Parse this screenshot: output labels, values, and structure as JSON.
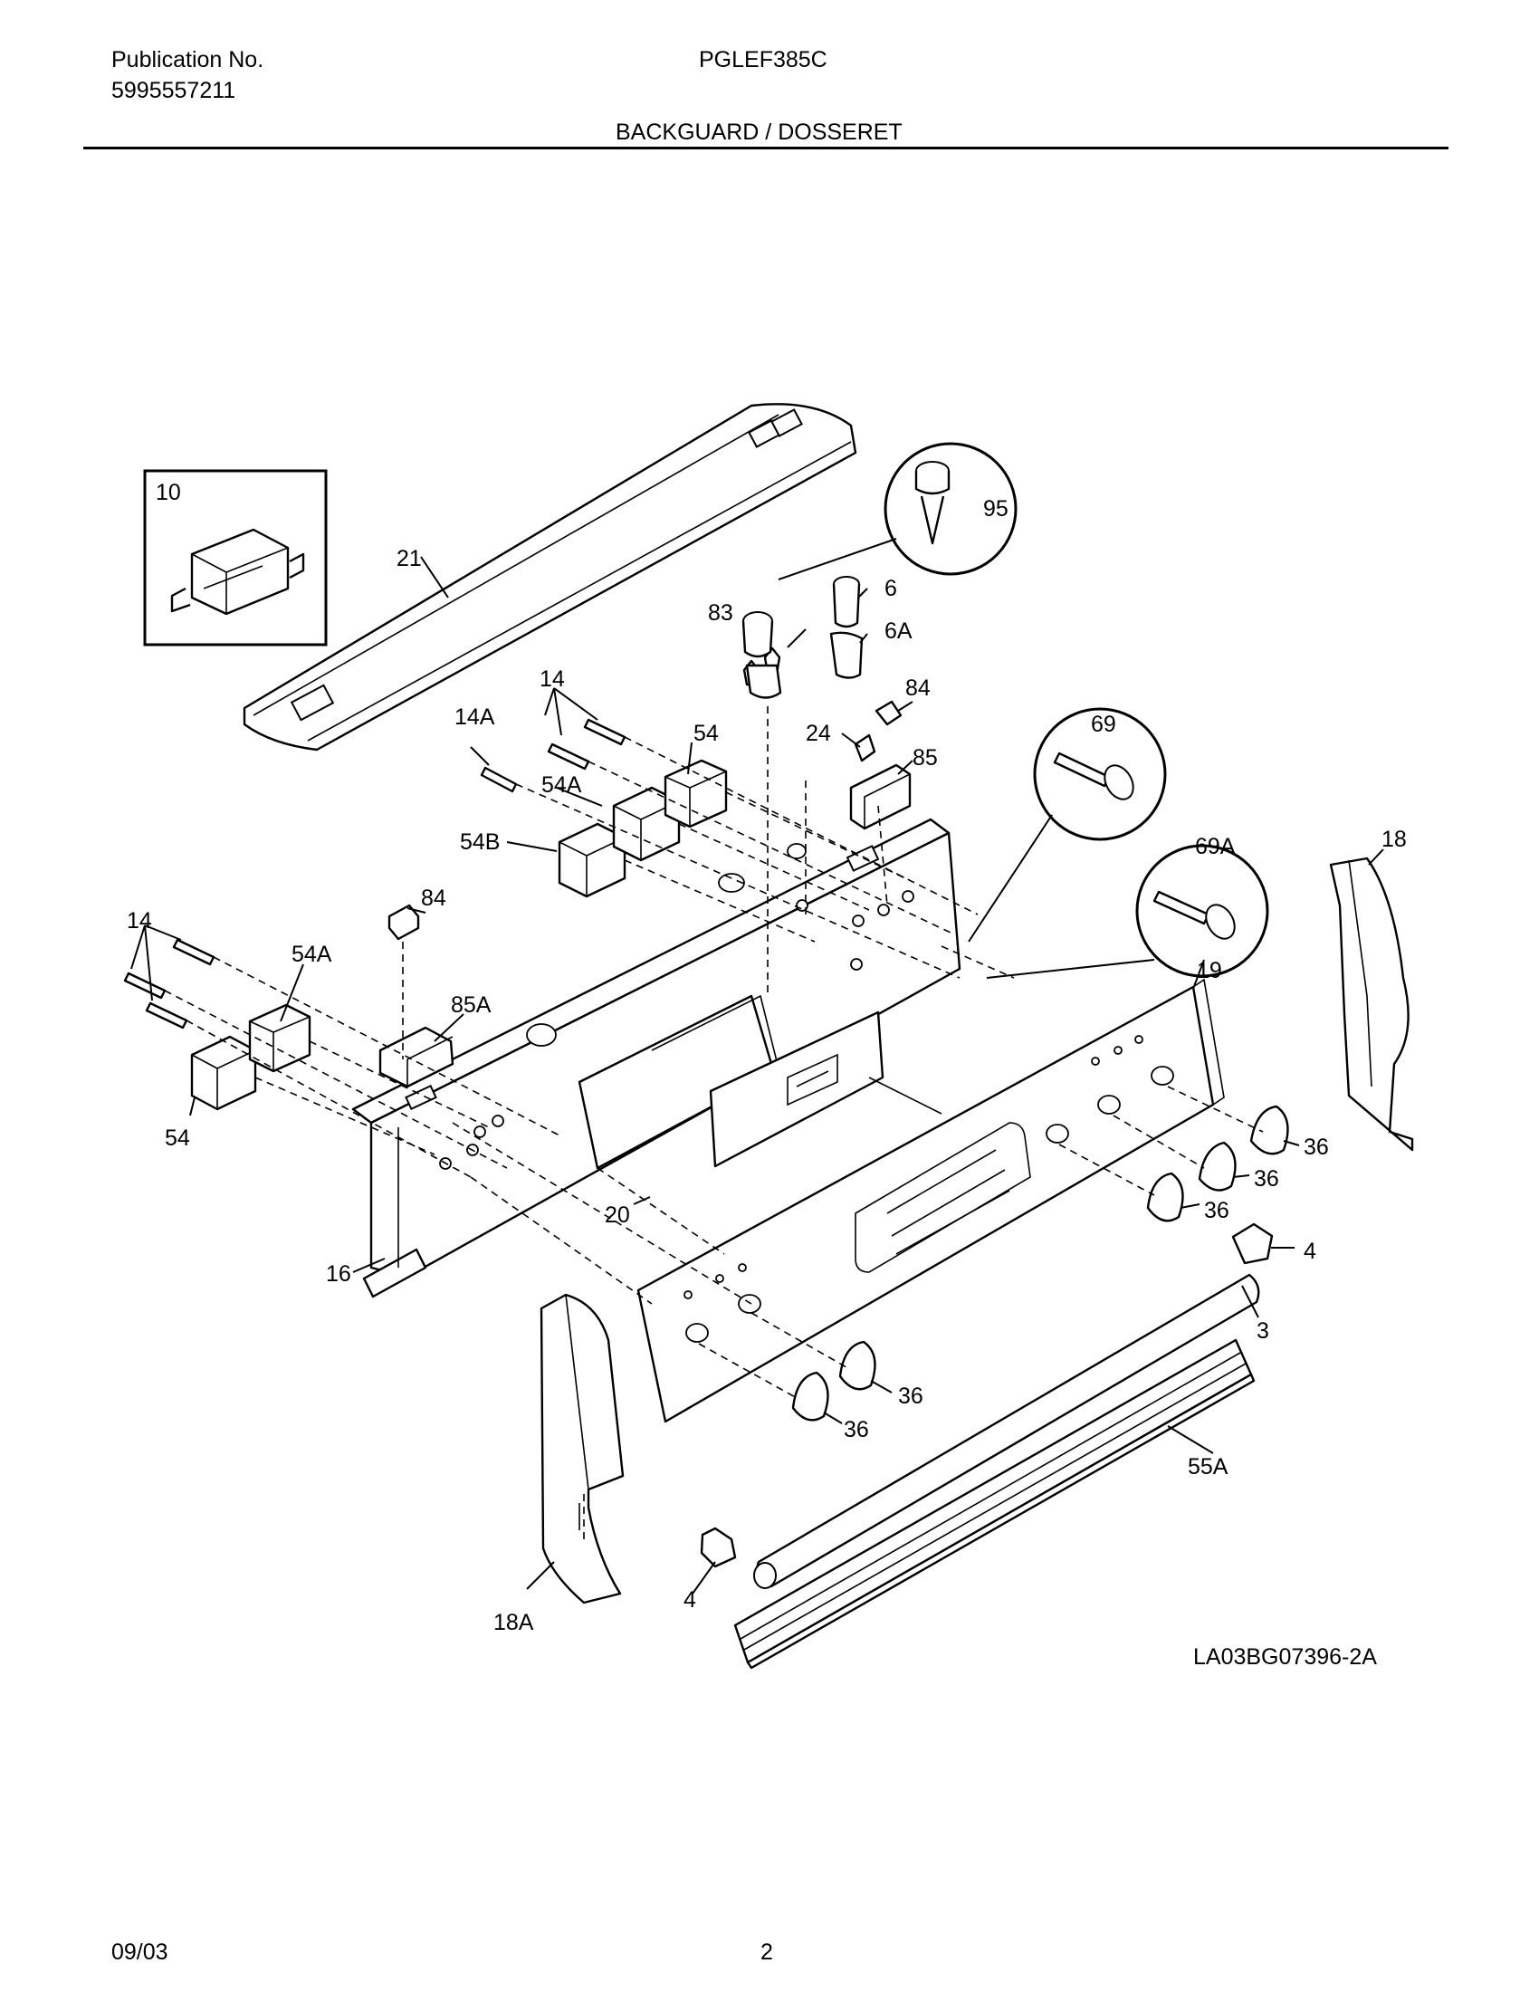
{
  "header": {
    "publication_label": "Publication No.",
    "publication_number": "5995557211",
    "model": "PGLEF385C",
    "section_title": "BACKGUARD / DOSSERET"
  },
  "callouts": {
    "c10": "10",
    "c21": "21",
    "c95": "95",
    "c83": "83",
    "c6": "6",
    "c6a": "6A",
    "c14_top": "14",
    "c14a": "14A",
    "c54_top": "54",
    "c54a_top": "54A",
    "c54b": "54B",
    "c84_top": "84",
    "c24": "24",
    "c85": "85",
    "c69": "69",
    "c69a": "69A",
    "c18": "18",
    "c19": "19",
    "c14_left": "14",
    "c84_left": "84",
    "c54a_left": "54A",
    "c85a": "85A",
    "c54_left": "54",
    "c20": "20",
    "c16": "16",
    "c36_a": "36",
    "c36_b": "36",
    "c36_c": "36",
    "c4_right": "4",
    "c3": "3",
    "c36_d": "36",
    "c36_e": "36",
    "c55a": "55A",
    "c4_left": "4",
    "c18a": "18A"
  },
  "drawing_id": "LA03BG07396-2A",
  "footer": {
    "date": "09/03",
    "page": "2"
  }
}
